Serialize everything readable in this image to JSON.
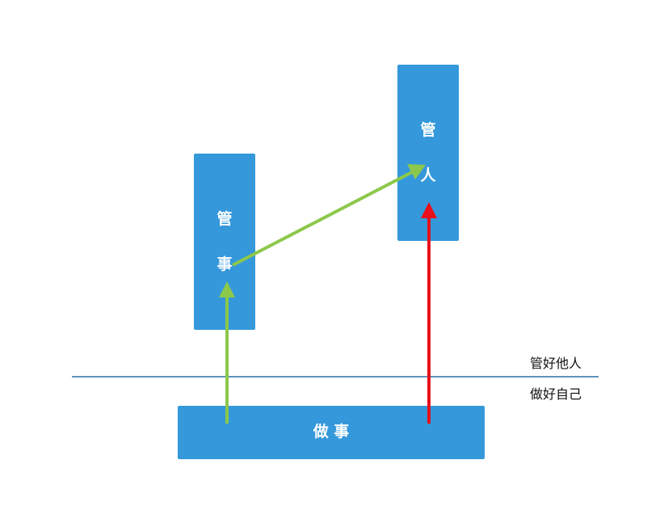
{
  "boxes": {
    "manage_things": {
      "line1": "管",
      "line2": "事"
    },
    "manage_people": {
      "line1": "管",
      "line2": "人"
    },
    "do_things": {
      "label": "做 事"
    }
  },
  "divider": {
    "upper_label": "管好他人",
    "lower_label": "做好自己"
  },
  "colors": {
    "box": "#3498db",
    "growth_arrow": "#8cc84b",
    "direct_arrow": "#e8101a",
    "divider": "#2a6fa8"
  }
}
